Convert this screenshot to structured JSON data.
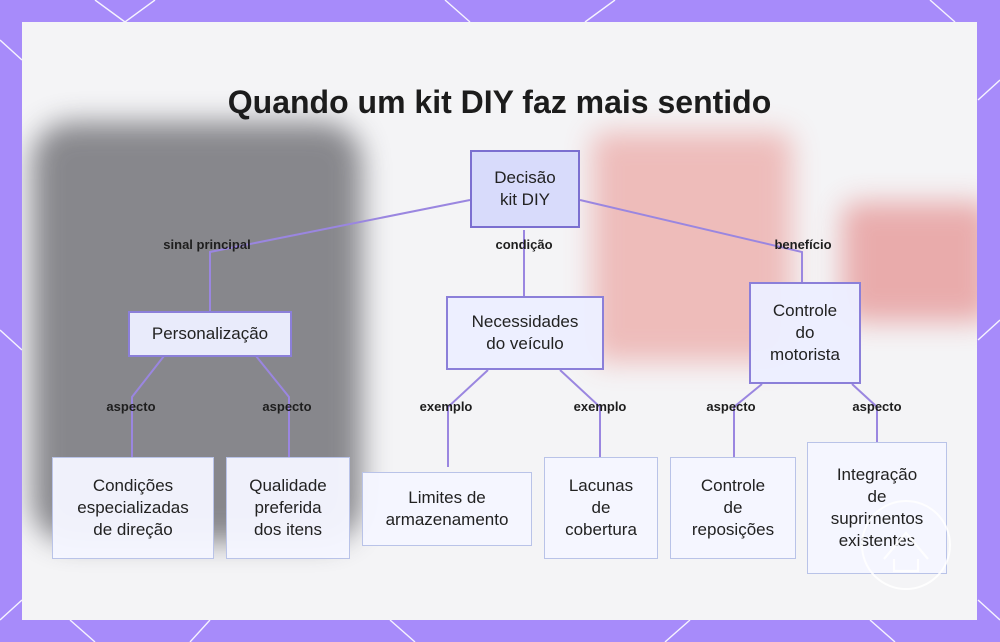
{
  "title": "Quando um kit DIY faz mais sentido",
  "colors": {
    "frame": "#a78bfa",
    "card": "#f4f4f6",
    "edge": "#9a86e0",
    "root_fill": "#d8dbfb"
  },
  "nodes": {
    "root": "Decisão\nkit DIY",
    "personalizacao": "Personalização",
    "necessidades": "Necessidades\ndo veículo",
    "controle_motorista": "Controle\ndo\nmotorista",
    "condicoes": "Condições\nespecializadas\nde direção",
    "qualidade": "Qualidade\npreferida\ndos itens",
    "limites": "Limites de\narmazenamento",
    "lacunas": "Lacunas\nde\ncobertura",
    "controle_reposicoes": "Controle\nde\nreposições",
    "integracao": "Integração\nde\nsuprimentos\nexistentes"
  },
  "edge_labels": {
    "sinal_principal": "sinal principal",
    "condicao": "condição",
    "beneficio": "benefício",
    "aspecto_1": "aspecto",
    "aspecto_2": "aspecto",
    "exemplo_1": "exemplo",
    "exemplo_2": "exemplo",
    "aspecto_3": "aspecto",
    "aspecto_4": "aspecto"
  },
  "logo_icon": "house-logo-icon"
}
